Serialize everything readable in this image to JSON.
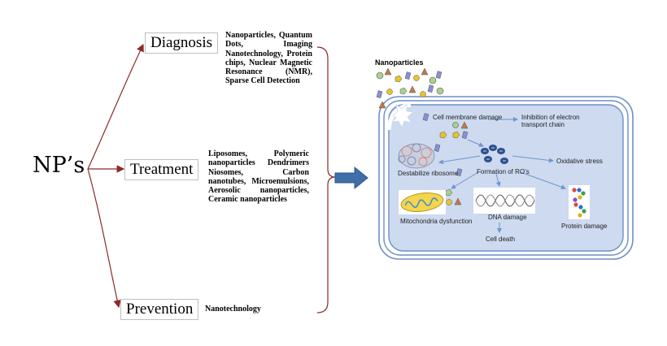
{
  "root": "NP’s",
  "categories": [
    {
      "label": "Diagnosis",
      "description": "Nanoparticles, Quantum Dots, Imaging Nanotechnology, Protein chips, Nuclear Magnetic Resonance (NMR), Sparse Cell Detection"
    },
    {
      "label": "Treatment",
      "description": "Liposomes, Polymeric nanoparticles Dendrimers Niosomes, Carbon nanotubes, Microemulsions, Aerosolic nanoparticles, Ceramic nanoparticles"
    },
    {
      "label": "Prevention",
      "description": "Nanotechnology"
    }
  ],
  "cell": {
    "nanoparticles_label": "Nanoparticles",
    "membrane_damage": "Cell membrane damage",
    "inhibition": "Inhibition of electron transport chain",
    "destabilize_ribosome": "Destabilize ribosome",
    "formation_ros": "Formation of RO’s",
    "oxidative_stress": "Oxidative stress",
    "mito_dysfunction": "Mitochondria dysfunction",
    "dna_damage": "DNA damage",
    "protein_damage": "Protein damage",
    "cell_death": "Cell death"
  },
  "colors": {
    "branch_arrow": "#8b2a2a",
    "bracket": "#8b2a2a",
    "big_arrow": "#3f6fa8",
    "cell_fill": "#cddaf0",
    "cell_border": "#6d8fc4",
    "inner_arrow": "#6f95cc"
  }
}
